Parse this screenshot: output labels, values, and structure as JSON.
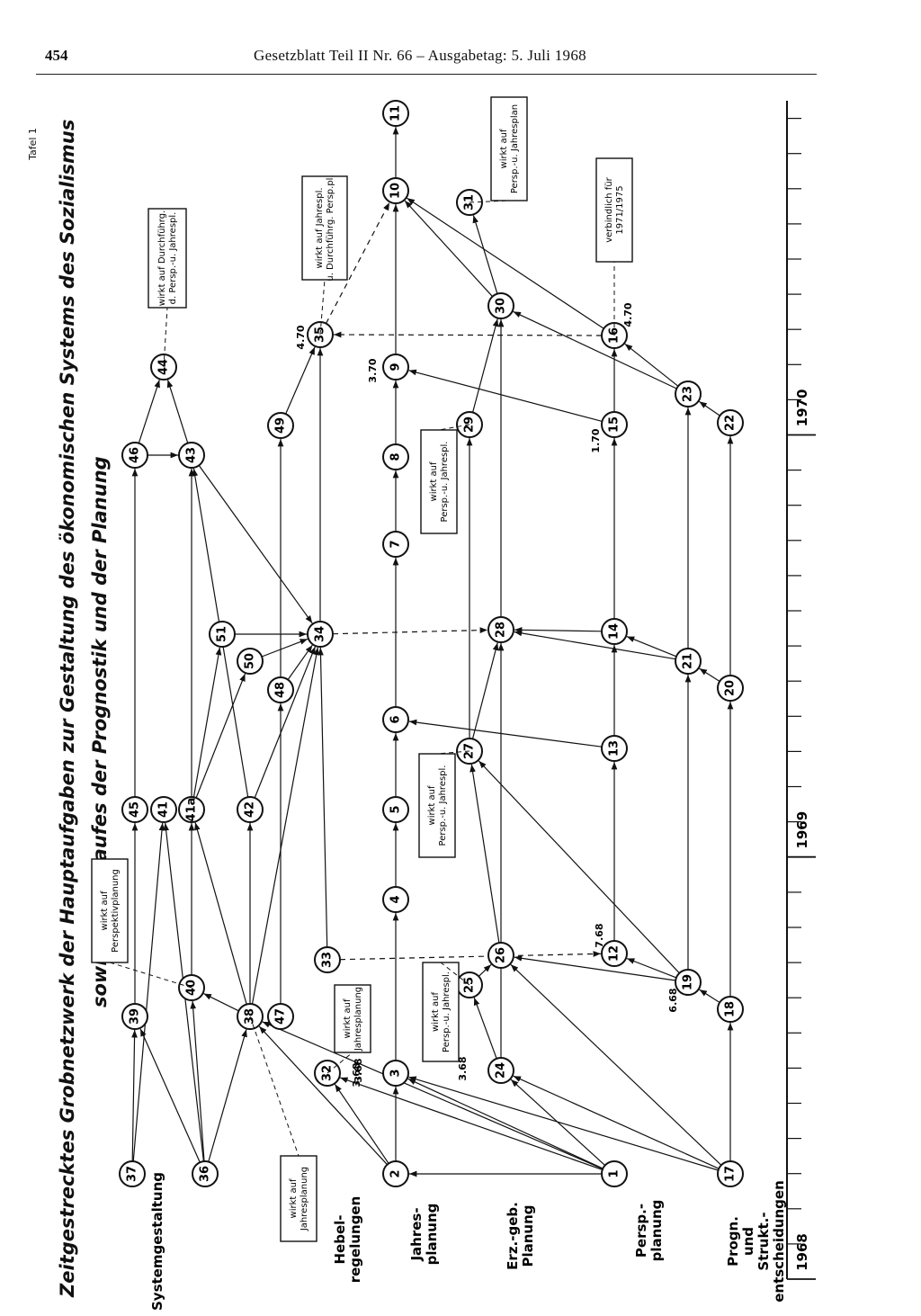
{
  "header": {
    "page_number": "454",
    "title": "Gesetzblatt Teil II Nr. 66 – Ausgabetag: 5. Juli 1968"
  },
  "tafel": "Tafel 1",
  "diagram": {
    "title_line1": "Zeitgestrecktes Grobnetzwerk der Hauptaufgaben zur Gestaltung des ökonomischen Systems des Sozialismus",
    "title_line2": "sowie des Ablaufes der Prognostik und der Planung",
    "lanes": [
      {
        "id": "system",
        "text": "Systemgestaltung"
      },
      {
        "id": "hebel",
        "text": "Hebel-\nregelungen"
      },
      {
        "id": "jahres",
        "text": "Jahres-\nplanung"
      },
      {
        "id": "erz",
        "text": "Erz.-geb.\nPlanung"
      },
      {
        "id": "persp",
        "text": "Persp.-\nplanung"
      },
      {
        "id": "progn",
        "text": "Progn.\nund\nStrukt.-\nentscheidungen"
      }
    ],
    "timeline": {
      "years": [
        "1968",
        "1969",
        "1970"
      ]
    },
    "nodes": [
      "1",
      "2",
      "3",
      "4",
      "5",
      "6",
      "7",
      "8",
      "9",
      "10",
      "11",
      "12",
      "13",
      "14",
      "15",
      "16",
      "17",
      "18",
      "19",
      "20",
      "21",
      "22",
      "23",
      "24",
      "25",
      "26",
      "27",
      "28",
      "29",
      "30",
      "31",
      "32",
      "33",
      "34",
      "35",
      "36",
      "37",
      "38",
      "39",
      "40",
      "41",
      "41a",
      "42",
      "43",
      "44",
      "45",
      "46",
      "47",
      "48",
      "49",
      "50",
      "51"
    ],
    "dates": [
      "3.68",
      "3.68",
      "3.68",
      "6.68",
      "7.68",
      "1.70",
      "3.70",
      "4.70",
      "4.70"
    ],
    "notes": {
      "n1": "wirkt auf\nJahresplanung",
      "n2": "wirkt auf\nJahresplanung",
      "n3": "wirkt auf\nPerspektivplanung",
      "n4": "wirkt auf\nPersp.-u. Jahrespl.",
      "n5": "wirkt auf\nPersp.-u. Jahrespl.",
      "n6": "wirkt auf\nPersp.-u. Jahrespl.",
      "n7": "wirkt auf Jahrespl.\nu. Durchführg. Persp.pl.",
      "n8": "wirkt auf Durchführg.\nd. Persp.-u. Jahrespl.",
      "n9": "verbindlich für\n1971/1975",
      "n10": "wirkt auf\nPersp.-u. Jahresplan"
    }
  }
}
